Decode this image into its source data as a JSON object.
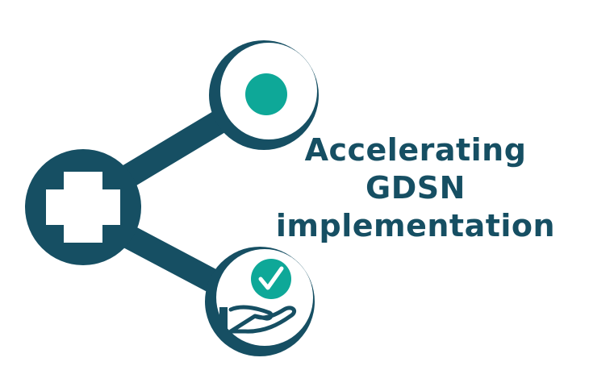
{
  "diagram": {
    "title_lines": [
      "Accelerating",
      "GDSN",
      "implementation"
    ],
    "colors": {
      "primary": "#164f63",
      "accent": "#0ea898",
      "background": "#ffffff"
    },
    "nodes": [
      {
        "id": "hub",
        "icon": "plus-cross-icon",
        "description": "Dark teal filled circle with white plus/cross"
      },
      {
        "id": "top",
        "icon": "teal-dot-icon",
        "description": "Ring with teal filled dot"
      },
      {
        "id": "bottom",
        "icon": "hand-check-icon",
        "description": "Ring with open hand holding teal checkmark badge"
      }
    ],
    "edges": [
      {
        "from": "hub",
        "to": "top"
      },
      {
        "from": "hub",
        "to": "bottom"
      }
    ]
  }
}
